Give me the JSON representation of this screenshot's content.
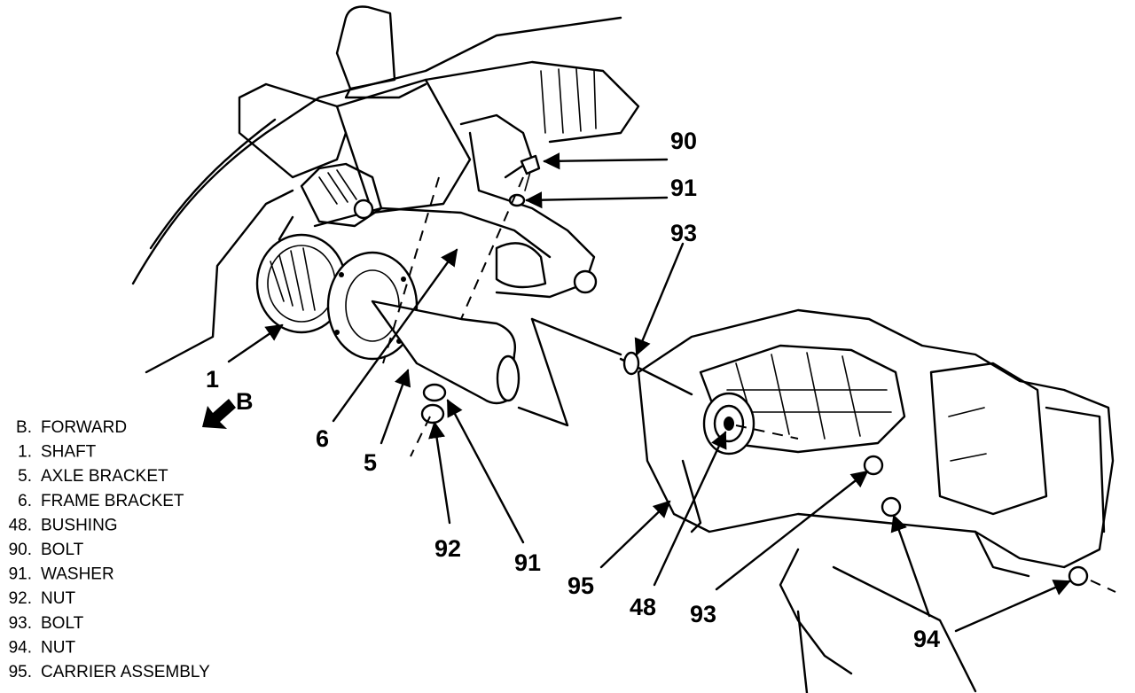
{
  "diagram": {
    "arrow_direction_letter": "B",
    "callouts": [
      {
        "id": "c90",
        "text": "90"
      },
      {
        "id": "c91a",
        "text": "91"
      },
      {
        "id": "c93a",
        "text": "93"
      },
      {
        "id": "c1",
        "text": "1"
      },
      {
        "id": "c6",
        "text": "6"
      },
      {
        "id": "c5",
        "text": "5"
      },
      {
        "id": "c92",
        "text": "92"
      },
      {
        "id": "c91b",
        "text": "91"
      },
      {
        "id": "c95",
        "text": "95"
      },
      {
        "id": "c48",
        "text": "48"
      },
      {
        "id": "c93b",
        "text": "93"
      },
      {
        "id": "c94",
        "text": "94"
      }
    ],
    "legend": [
      {
        "key": "B.",
        "label": "FORWARD"
      },
      {
        "key": "1.",
        "label": "SHAFT"
      },
      {
        "key": "5.",
        "label": "AXLE BRACKET"
      },
      {
        "key": "6.",
        "label": "FRAME BRACKET"
      },
      {
        "key": "48.",
        "label": "BUSHING"
      },
      {
        "key": "90.",
        "label": "BOLT"
      },
      {
        "key": "91.",
        "label": "WASHER"
      },
      {
        "key": "92.",
        "label": "NUT"
      },
      {
        "key": "93.",
        "label": "BOLT"
      },
      {
        "key": "94.",
        "label": "NUT"
      },
      {
        "key": "95.",
        "label": "CARRIER ASSEMBLY"
      }
    ]
  }
}
